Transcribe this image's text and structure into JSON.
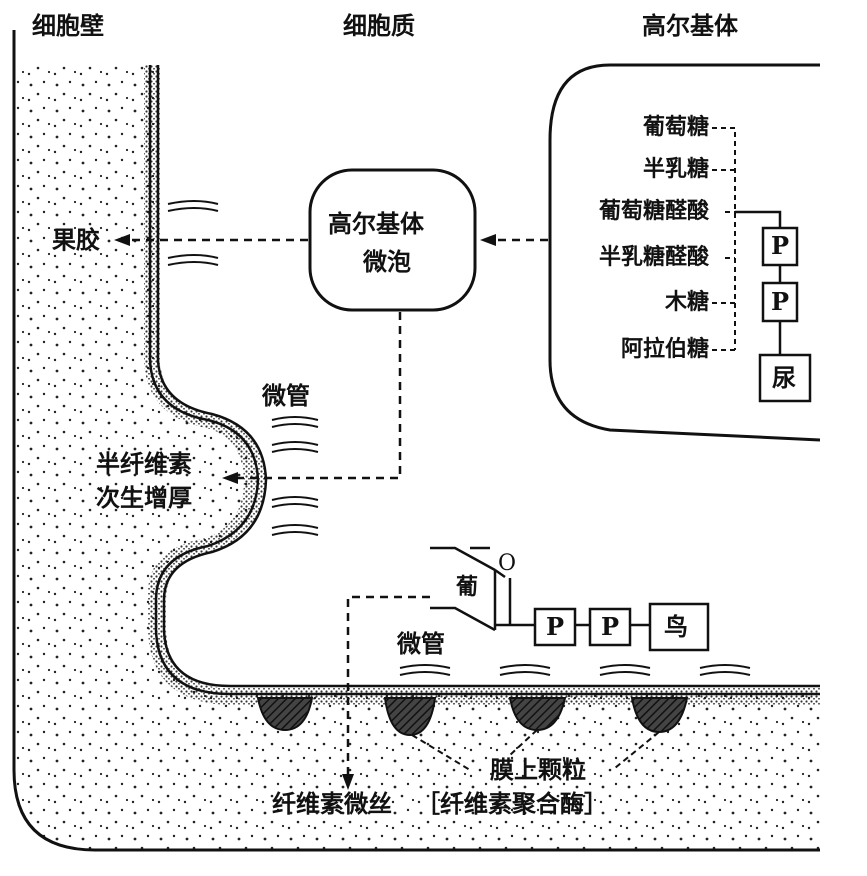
{
  "headers": {
    "cell_wall": "细胞壁",
    "cytoplasm": "细胞质",
    "golgi": "高尔基体"
  },
  "vesicle": {
    "line1": "高尔基体",
    "line2": "微泡"
  },
  "sugars": [
    "葡萄糖",
    "半乳糖",
    "葡萄糖醛酸",
    "半乳糖醛酸",
    "木糖",
    "阿拉伯糖"
  ],
  "golgi_boxes": [
    "P",
    "P",
    "尿"
  ],
  "labels": {
    "pectin": "果胶",
    "microtubule_top": "微管",
    "hemicellulose_1": "半纤维素",
    "hemicellulose_2": "次生增厚",
    "glucose_short": "葡",
    "oxygen": "O",
    "microtubule_bottom": "微管",
    "membrane_granules": "膜上颗粒",
    "cellulose_microfibril": "纤维素微丝",
    "cellulose_synthase": "［纤维素聚合酶］"
  },
  "bottom_boxes": [
    "P",
    "P",
    "鸟"
  ]
}
